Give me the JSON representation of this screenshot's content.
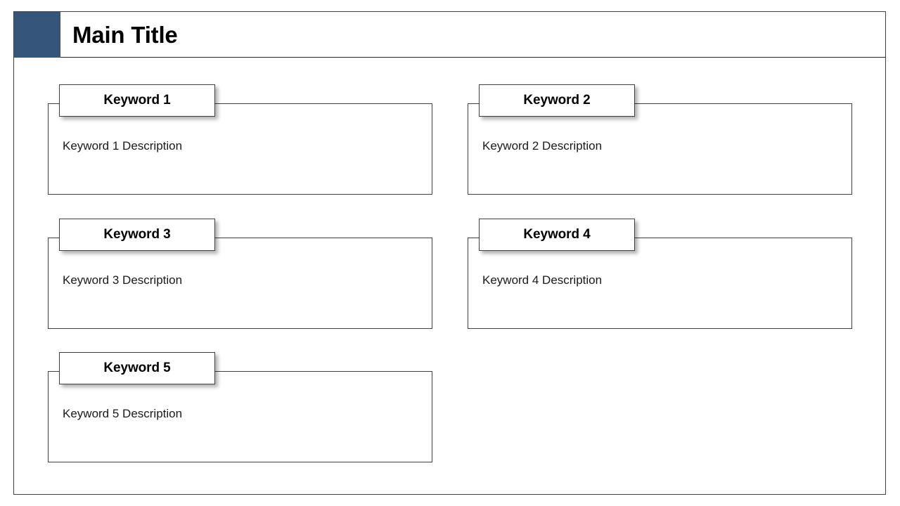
{
  "header": {
    "title": "Main Title",
    "accent_color": "#35557b"
  },
  "theme": {
    "border_color": "#3f3f3f",
    "background_color": "#ffffff",
    "text_color": "#000000",
    "description_color": "#1a1a1a"
  },
  "cards": [
    {
      "title": "Keyword 1",
      "description": "Keyword 1 Description",
      "column": 1,
      "row": 1
    },
    {
      "title": "Keyword 2",
      "description": "Keyword 2 Description",
      "column": 2,
      "row": 1
    },
    {
      "title": "Keyword 3",
      "description": "Keyword 3 Description",
      "column": 1,
      "row": 2
    },
    {
      "title": "Keyword 4",
      "description": "Keyword 4 Description",
      "column": 2,
      "row": 2
    },
    {
      "title": "Keyword 5",
      "description": "Keyword 5 Description",
      "column": 1,
      "row": 3
    }
  ]
}
